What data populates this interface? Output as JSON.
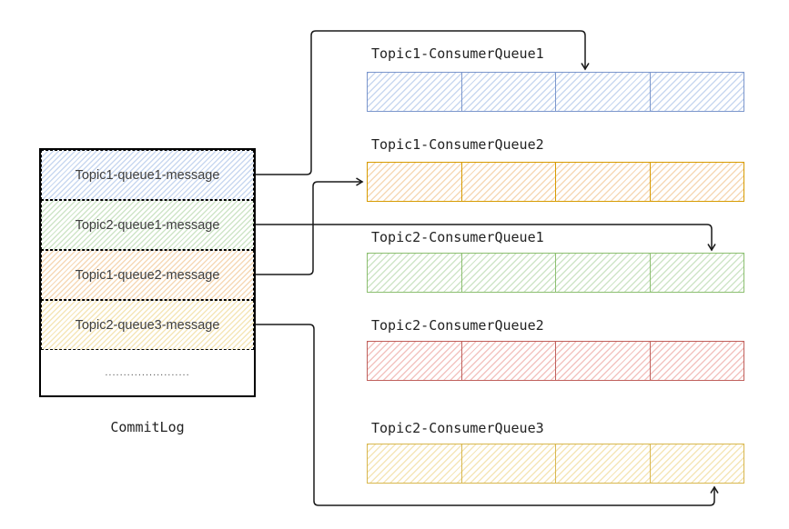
{
  "commitlog": {
    "label": "CommitLog",
    "rows": [
      {
        "text": "Topic1-queue1-message",
        "color_key": "blue"
      },
      {
        "text": "Topic2-queue1-message",
        "color_key": "green"
      },
      {
        "text": "Topic1-queue2-message",
        "color_key": "orange"
      },
      {
        "text": "Topic2-queue3-message",
        "color_key": "yellow"
      },
      {
        "text": ".......................",
        "color_key": "white"
      }
    ]
  },
  "queues": [
    {
      "label": "Topic1-ConsumerQueue1",
      "color_key": "blue",
      "segments": 4
    },
    {
      "label": "Topic1-ConsumerQueue2",
      "color_key": "orange",
      "segments": 4
    },
    {
      "label": "Topic2-ConsumerQueue1",
      "color_key": "green",
      "segments": 4
    },
    {
      "label": "Topic2-ConsumerQueue2",
      "color_key": "red",
      "segments": 4
    },
    {
      "label": "Topic2-ConsumerQueue3",
      "color_key": "yellow",
      "segments": 4
    }
  ],
  "arrows": [
    {
      "from": "Topic1-queue1-message",
      "to": "Topic1-ConsumerQueue1",
      "entry": "top-segment-3"
    },
    {
      "from": "Topic2-queue1-message",
      "to": "Topic2-ConsumerQueue1",
      "entry": "top-segment-4"
    },
    {
      "from": "Topic1-queue2-message",
      "to": "Topic1-ConsumerQueue2",
      "entry": "left-edge"
    },
    {
      "from": "Topic2-queue3-message",
      "to": "Topic2-ConsumerQueue3",
      "entry": "bottom-segment-4"
    }
  ],
  "colors": {
    "blue": {
      "stroke": "#7b96cc",
      "hatch": "#c9d8f0"
    },
    "orange": {
      "stroke": "#d79b00",
      "hatch": "#f6d9b7"
    },
    "green": {
      "stroke": "#8cbf70",
      "hatch": "#cfe5c8"
    },
    "red": {
      "stroke": "#c0605c",
      "hatch": "#f3c4c1"
    },
    "yellow": {
      "stroke": "#d8b74e",
      "hatch": "#f5e6b8"
    },
    "arrow": "#1a1a1a",
    "outline": "#000000"
  }
}
